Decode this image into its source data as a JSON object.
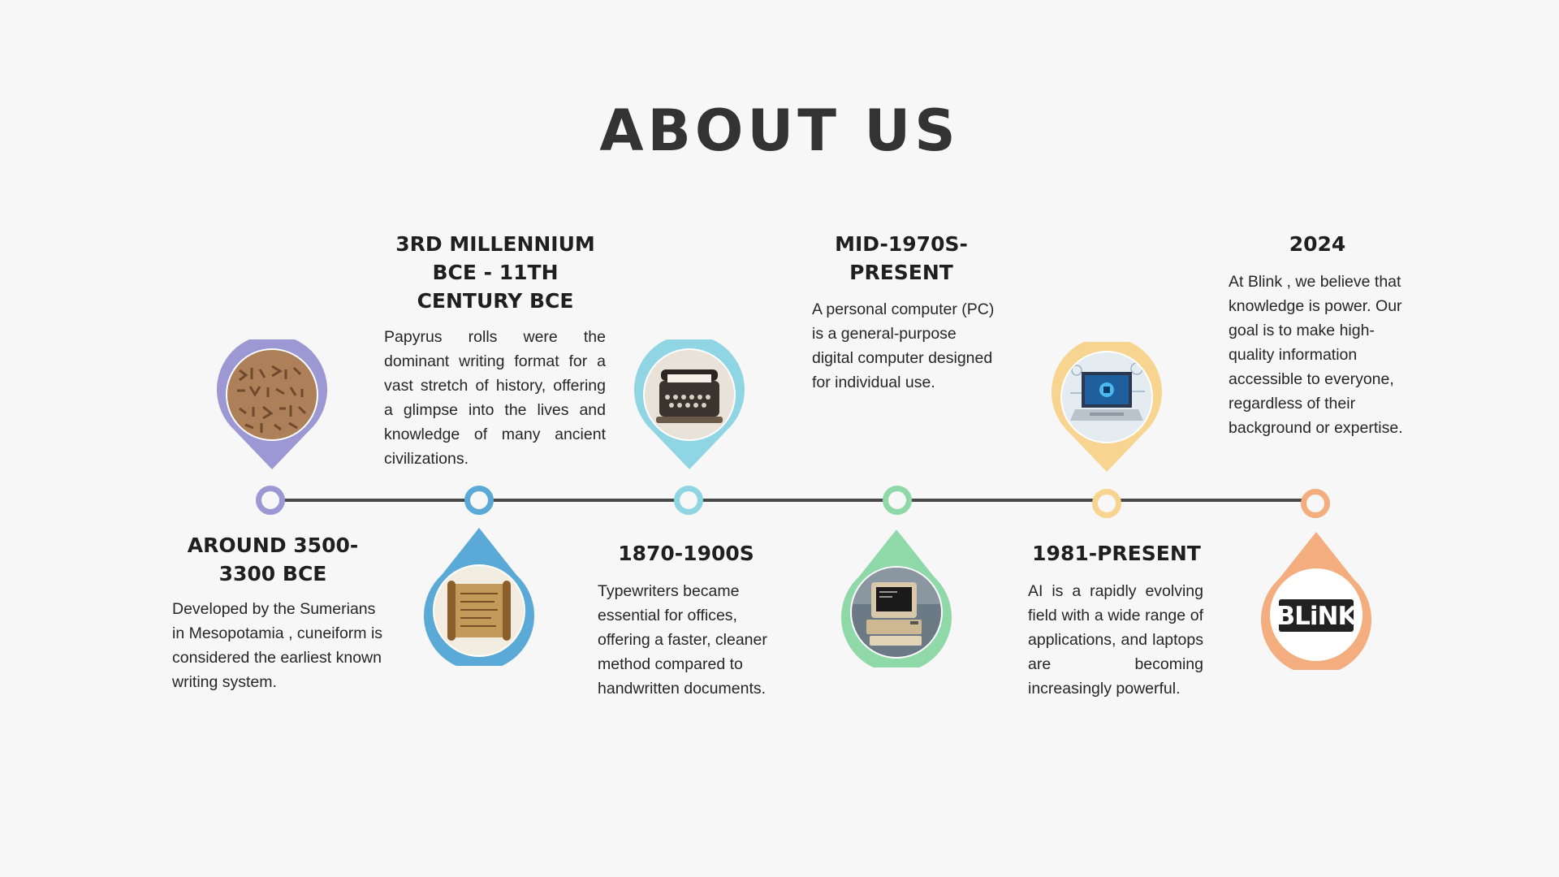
{
  "page": {
    "title": "ABOUT US"
  },
  "colors": {
    "purple": "#9b98d3",
    "blue": "#5aa9d6",
    "cyan": "#8fd5e3",
    "green": "#8fd8a8",
    "yellow": "#f7d48f",
    "orange": "#f3ad7e",
    "line": "#4a4a4a"
  },
  "timeline": [
    {
      "title": "AROUND 3500-\n3300 BCE",
      "description": "Developed by the Sumerians in Mesopotamia , cuneiform is considered the earliest known writing system.",
      "image": "cuneiform-tablet-image",
      "color": "#9b98d3"
    },
    {
      "title": "3RD MILLENNIUM\nBCE - 11TH\nCENTURY BCE",
      "description": "Papyrus rolls were the dominant writing format for a vast stretch of history, offering a glimpse into the lives and knowledge of many ancient civilizations.",
      "image": "papyrus-scroll-image",
      "color": "#5aa9d6"
    },
    {
      "title": "1870-1900S",
      "description": "Typewriters became essential for offices, offering a faster, cleaner method compared to handwritten documents.",
      "image": "typewriter-image",
      "color": "#8fd5e3"
    },
    {
      "title": "MID-1970S-\nPRESENT",
      "description": "A personal computer (PC) is a general-purpose digital computer designed for individual use.",
      "image": "personal-computer-image",
      "color": "#8fd8a8"
    },
    {
      "title": "1981-PRESENT",
      "description": "AI is a rapidly evolving field with a wide range of applications, and laptops are becoming increasingly powerful.",
      "image": "ai-laptop-image",
      "color": "#f7d48f"
    },
    {
      "title": "2024",
      "description": "At Blink , we believe that knowledge is power. Our goal is to make high-quality information accessible to everyone, regardless of their background or expertise.",
      "image": "blink-logo",
      "logo_text": "BLiNK",
      "color": "#f3ad7e"
    }
  ]
}
